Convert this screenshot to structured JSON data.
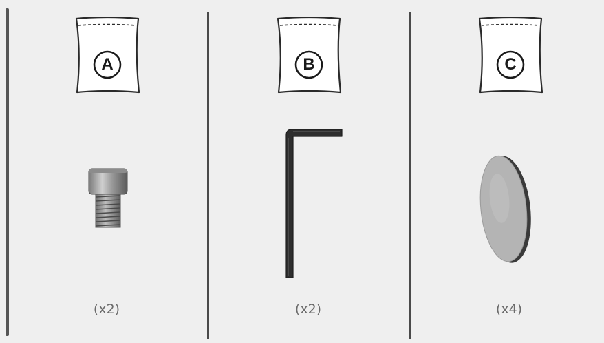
{
  "columns": [
    {
      "bag_label": "A",
      "part_icon": "cap-screw-icon",
      "quantity": "(x2)"
    },
    {
      "bag_label": "B",
      "part_icon": "hex-key-icon",
      "quantity": "(x2)"
    },
    {
      "bag_label": "C",
      "part_icon": "felt-pad-icon",
      "quantity": "(x4)"
    }
  ],
  "colors": {
    "background": "#efefef",
    "divider": "#4a4a4a",
    "quantity_text": "#6b6b6b"
  }
}
